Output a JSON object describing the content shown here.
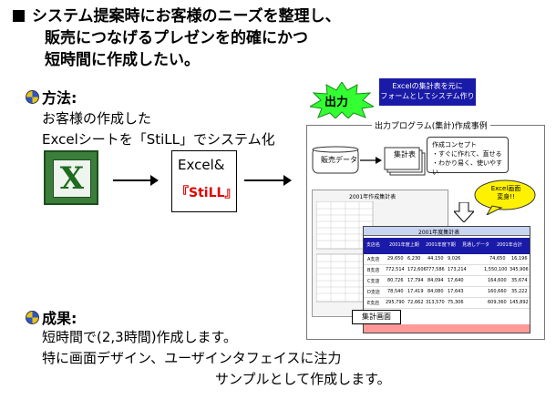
{
  "heading": {
    "line1": "システム提案時にお客様のニーズを整理し、",
    "line2": "販売につなげるプレゼンを的確にかつ",
    "line3": "短時間に作成したい。"
  },
  "method": {
    "title": "方法:",
    "line1": "お客様の作成した",
    "line2": "Excelシートを「StiLL」でシステム化"
  },
  "still_box": {
    "line1": "Excel&",
    "line2": "『StiLL』"
  },
  "output": {
    "badge": "出力",
    "banner": "Excelの集計表を元に\nフォームとしてシステム作り",
    "panel_title": "出力プログラム(集計)作成事例",
    "flow_source": "販売データ",
    "flow_report": "集計表",
    "concept_title": "作成コンセプト",
    "concept_1": "・すぐに作れて、直せる",
    "concept_2": "・わかり易く、使いやすい",
    "callout": "Excel画面\n変身!!",
    "sheet_title": "2001年作成集計表",
    "report_title": "2001年度集計表",
    "report_headers": [
      "支店名",
      "2001年度上期",
      "2001年度下期",
      "見通しデータ",
      "2001年合計"
    ],
    "report_rows": [
      [
        "A支店",
        "29,650",
        "6,230",
        "44,150",
        "9,026",
        "74,650",
        "16,196"
      ],
      [
        "B支店",
        "772,514",
        "172,606",
        "777,586",
        "173,214",
        "1,550,100",
        "345,906"
      ],
      [
        "C支店",
        "80,726",
        "17,794",
        "84,094",
        "17,640",
        "164,600",
        "35,674"
      ],
      [
        "D支店",
        "78,540",
        "17,419",
        "84,080",
        "17,643",
        "160,660",
        "35,222"
      ],
      [
        "E支店",
        "295,790",
        "72,662",
        "313,570",
        "75,306",
        "609,360",
        "145,892"
      ]
    ],
    "label": "集計画面"
  },
  "result": {
    "title": "成果:",
    "line1": "短時間で(2,3時間)作成します。",
    "line2": "特に画面デザイン、ユーザインタフェイスに注力",
    "line3": "サンプルとして作成します。"
  },
  "colors": {
    "banner_bg": "#1a1aa8",
    "starburst": "#33ff33",
    "still_red": "#e00000",
    "excel_green": "#3b7d3b"
  },
  "icons": [
    "excel-icon",
    "database-icon",
    "report-icon",
    "bullet-icon"
  ]
}
